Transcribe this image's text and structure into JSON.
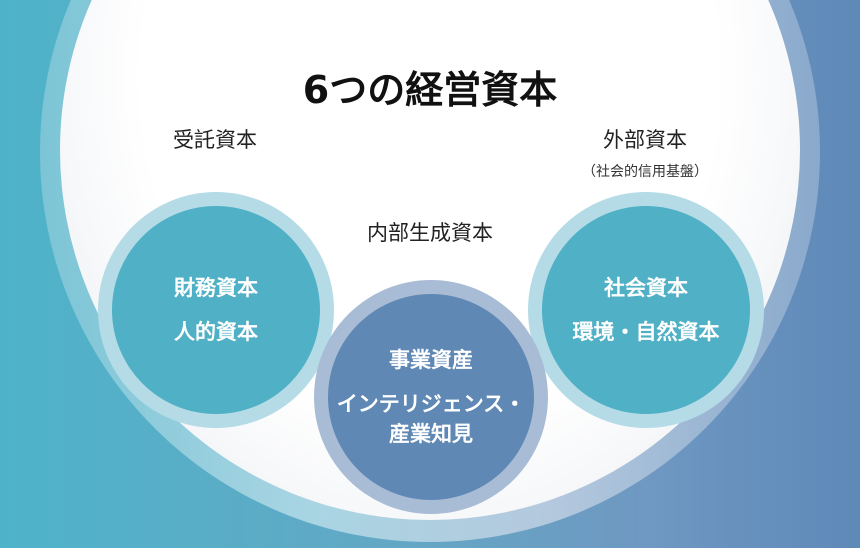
{
  "title": "6つの経営資本",
  "groups": {
    "entrusted": {
      "label": "受託資本",
      "items": [
        "財務資本",
        "人的資本"
      ]
    },
    "internal": {
      "label": "内部生成資本",
      "items": [
        "事業資産",
        "インテリジェンス・",
        "産業知見"
      ]
    },
    "external": {
      "label": "外部資本",
      "sublabel": "（社会的信用基盤）",
      "items": [
        "社会資本",
        "環境・自然資本"
      ]
    }
  },
  "colors": {
    "teal_circle": "#4fb0c6",
    "blue_circle": "#5f88b4",
    "ring_teal": "#b5dbe6",
    "ring_blue": "#a9bcd6"
  }
}
